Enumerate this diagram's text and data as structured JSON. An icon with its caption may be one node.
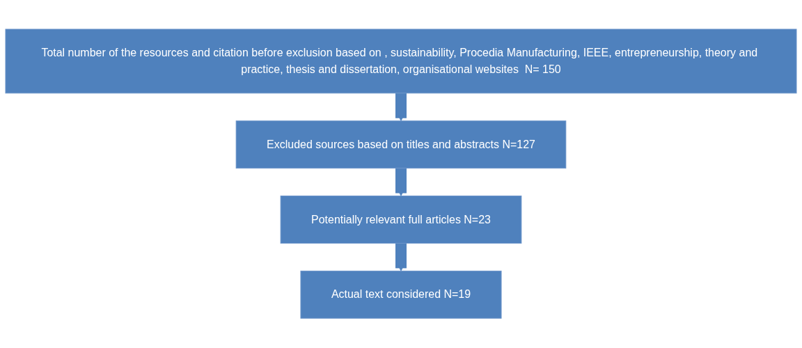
{
  "diagram": {
    "nodes": [
      {
        "text": [
          "Total number of the resources and citation before exclusion based on , sustainability, Procedia Manufacturing, IEEE, entrepreneurship, theory and practice, thesis and dissertation, organisational websites  N= 150"
        ]
      },
      {
        "text": [
          "Excluded  sources based on titles and abstracts N=127"
        ]
      },
      {
        "text": [
          "Potentially relevant full articles N=23"
        ]
      },
      {
        "text": [
          "Actual text considered N=19"
        ]
      }
    ],
    "edges": [
      {
        "from": 0,
        "to": 1,
        "arrow": "to"
      },
      {
        "from": 1,
        "to": 2,
        "arrow": "to"
      },
      {
        "from": 2,
        "to": 3,
        "arrow": "to"
      }
    ]
  }
}
